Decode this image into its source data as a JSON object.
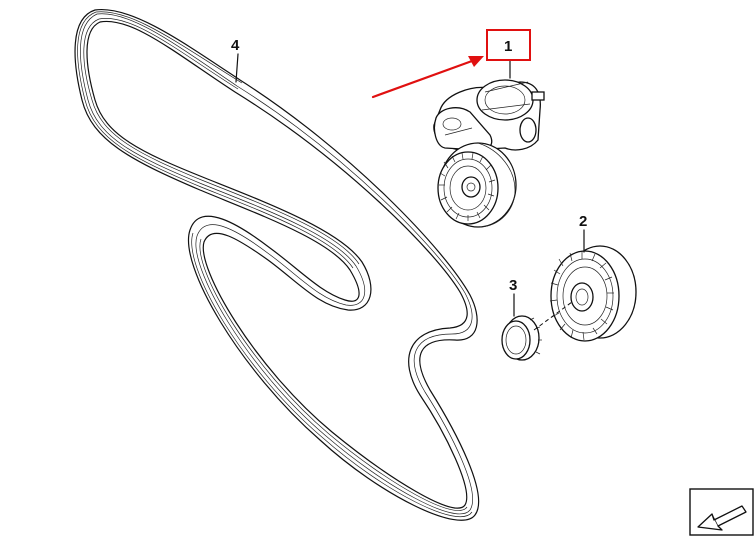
{
  "callouts": {
    "tensioner": "1",
    "idler_pulley": "2",
    "cap": "3",
    "belt": "4"
  },
  "colors": {
    "highlight": "#e01010",
    "ink": "#111111",
    "background": "#ffffff"
  },
  "icons": {
    "corner": "direction-arrow-icon"
  }
}
